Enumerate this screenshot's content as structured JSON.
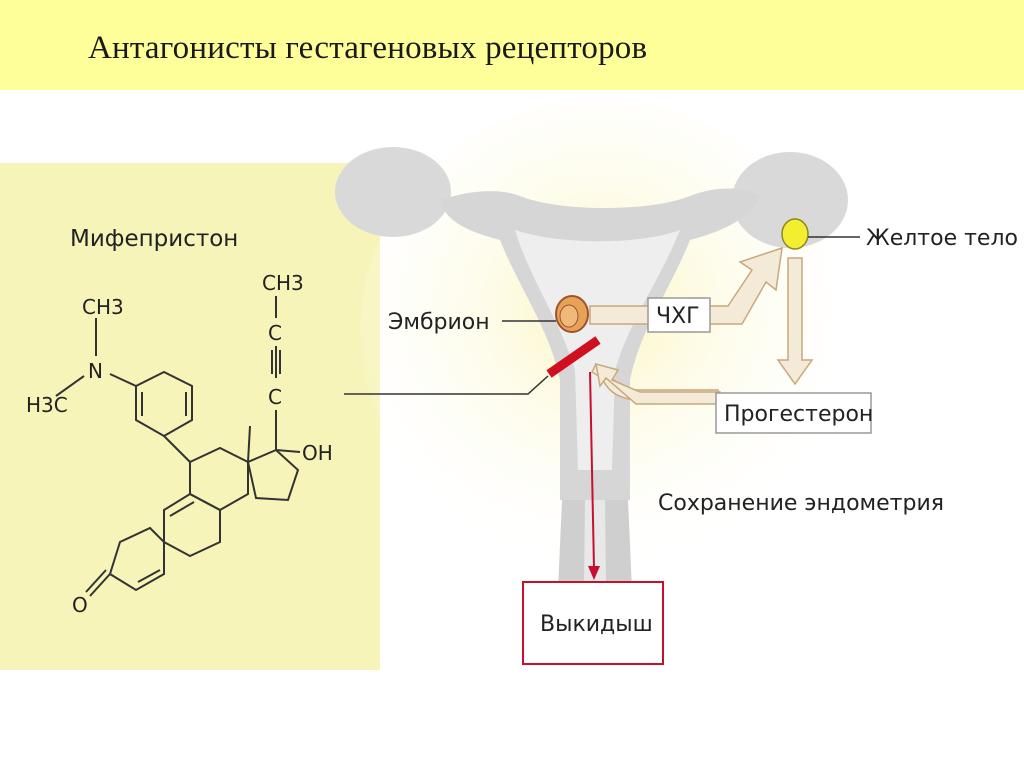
{
  "slide_title": "Антагонисты гестагеновых рецепторов",
  "drug": {
    "name": "Мифепристон",
    "atoms": {
      "ch3_top_n": "CH3",
      "n": "N",
      "h3c": "H3C",
      "ch3_alkyne": "CH3",
      "c1": "C",
      "c2": "C",
      "oh": "OH",
      "o": "O"
    }
  },
  "labels": {
    "embryo": "Эмбрион",
    "hcg": "ЧХГ",
    "corpus_luteum": "Желтое тело",
    "progesterone": "Прогестерон",
    "endometrium": "Сохранение эндометрия",
    "miscarriage": "Выкидыш"
  },
  "colors": {
    "title_bg": "#ffff99",
    "panel_bg": "#f6f4b8",
    "uterus": "#d6d6d6",
    "blocker": "#d01020",
    "arrow_fill": "#f4ead8",
    "arrow_stroke": "#c9a87c",
    "miscarriage_border": "#c8102e",
    "corpus_luteum_fill": "#f4ee30"
  }
}
